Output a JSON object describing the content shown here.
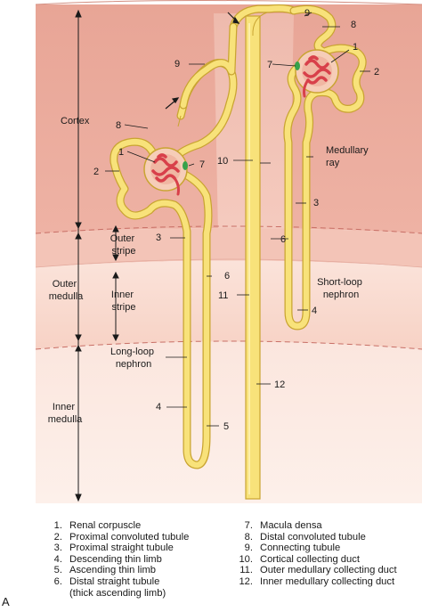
{
  "zones": {
    "cortex": "Cortex",
    "outer_medulla": "Outer\nmedulla",
    "outer_stripe": "Outer\nstripe",
    "inner_stripe": "Inner\nstripe",
    "inner_medulla": "Inner\nmedulla",
    "medullary_ray": "Medullary\nray"
  },
  "nephrons": {
    "long_loop": "Long-loop\nnephron",
    "short_loop": "Short-loop\nnephron"
  },
  "numbers": {
    "n1": "1",
    "n2": "2",
    "n3": "3",
    "n4": "4",
    "n5": "5",
    "n6": "6",
    "n7": "7",
    "n8": "8",
    "n9": "9",
    "n10": "10",
    "n11": "11",
    "n12": "12"
  },
  "legend": {
    "left": [
      {
        "num": "1.",
        "text": "Renal corpuscle"
      },
      {
        "num": "2.",
        "text": "Proximal convoluted tubule"
      },
      {
        "num": "3.",
        "text": "Proximal straight tubule"
      },
      {
        "num": "4.",
        "text": "Descending thin limb"
      },
      {
        "num": "5.",
        "text": "Ascending thin limb"
      },
      {
        "num": "6.",
        "text": "Distal straight tubule"
      }
    ],
    "left_sub": "(thick ascending limb)",
    "right": [
      {
        "num": "7.",
        "text": "Macula densa"
      },
      {
        "num": "8.",
        "text": "Distal convoluted tubule"
      },
      {
        "num": "9.",
        "text": "Connecting tubule"
      },
      {
        "num": "10.",
        "text": "Cortical collecting duct"
      },
      {
        "num": "11.",
        "text": "Outer medullary collecting duct"
      },
      {
        "num": "12.",
        "text": "Inner medullary collecting duct"
      }
    ]
  },
  "panel_letter": "A",
  "colors": {
    "cortex_fill": "#e9a89b",
    "medullary_ray_fill": "#f2c9bd",
    "outer_stripe_fill": "#f3c3b6",
    "inner_stripe_fill": "#f8dcd2",
    "inner_medulla_fill": "#fbe7df",
    "tubule_fill": "#f8e27a",
    "tubule_outline": "#c9a431",
    "glomerulus": "#d8404a",
    "capsule": "#f4c2b0",
    "macula_densa": "#37a24b"
  }
}
